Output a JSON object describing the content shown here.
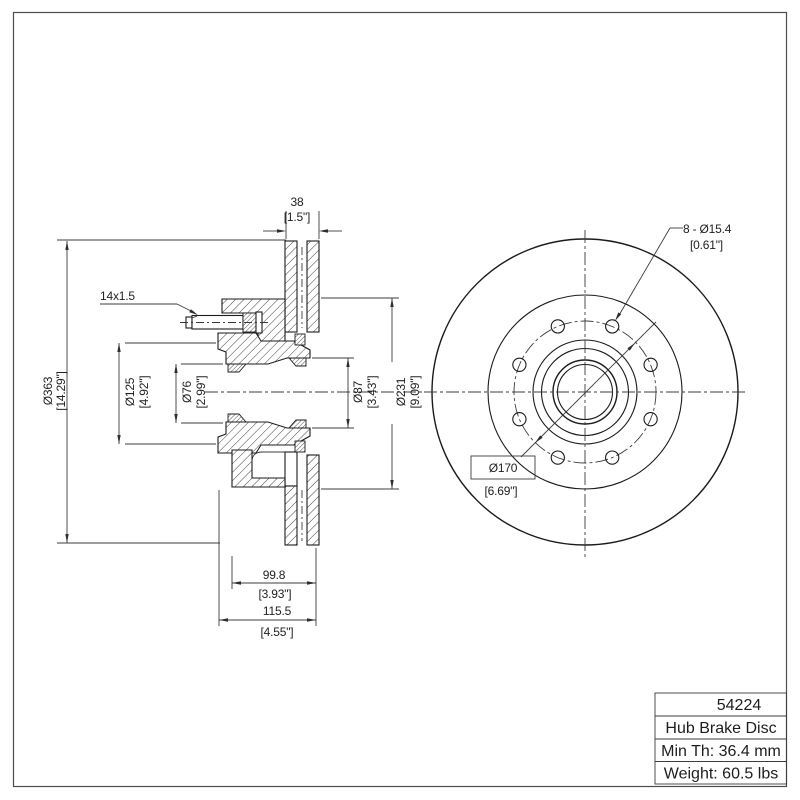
{
  "drawing": {
    "type": "engineering-drawing",
    "line_color": "#1b1b1b",
    "background": "#ffffff"
  },
  "dimensions": {
    "disc_thickness": {
      "metric": "38",
      "imperial": "[1.5\"]"
    },
    "bolt_holes": {
      "metric": "8 - Ø15.4",
      "imperial": "[0.61\"]"
    },
    "stud_thread": {
      "metric": "14x1.5"
    },
    "outer_diameter": {
      "metric": "Ø363",
      "imperial": "[14.29\"]"
    },
    "flange_diameter": {
      "metric": "Ø125",
      "imperial": "[4.92\"]"
    },
    "inner_bore": {
      "metric": "Ø76",
      "imperial": "[2.99\"]"
    },
    "outer_bore": {
      "metric": "Ø87",
      "imperial": "[3.43\"]"
    },
    "hat_diameter": {
      "metric": "Ø231",
      "imperial": "[9.09\"]"
    },
    "bolt_circle": {
      "metric": "Ø170",
      "imperial": "[6.69\"]"
    },
    "hub_depth": {
      "metric": "99.8",
      "imperial": "[3.93\"]"
    },
    "overall_depth": {
      "metric": "115.5",
      "imperial": "[4.55\"]"
    }
  },
  "title_block": {
    "part_number": "54224",
    "product_name": "Hub Brake Disc",
    "min_thickness": "Min Th: 36.4 mm",
    "weight": "Weight: 60.5 lbs"
  }
}
